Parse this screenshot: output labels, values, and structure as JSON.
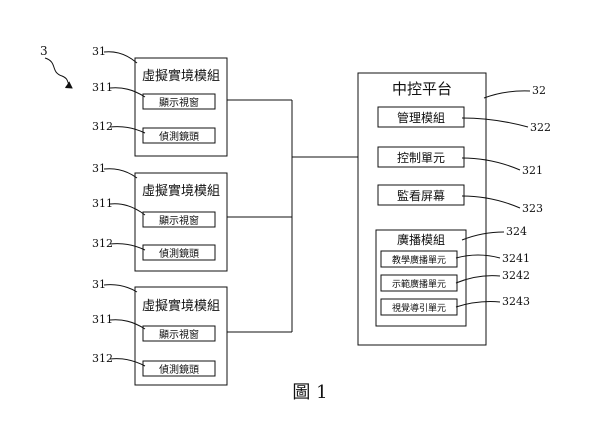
{
  "system_ref": "3",
  "vr_modules": [
    {
      "ref": "31",
      "title": "虛擬實境模組",
      "display": {
        "ref": "311",
        "label": "顯示視窗"
      },
      "camera": {
        "ref": "312",
        "label": "偵測鏡頭"
      }
    },
    {
      "ref": "31",
      "title": "虛擬實境模組",
      "display": {
        "ref": "311",
        "label": "顯示視窗"
      },
      "camera": {
        "ref": "312",
        "label": "偵測鏡頭"
      }
    },
    {
      "ref": "31",
      "title": "虛擬實境模組",
      "display": {
        "ref": "311",
        "label": "顯示視窗"
      },
      "camera": {
        "ref": "312",
        "label": "偵測鏡頭"
      }
    }
  ],
  "central": {
    "ref": "32",
    "title": "中控平台",
    "management": {
      "ref": "322",
      "label": "管理模組"
    },
    "control": {
      "ref": "321",
      "label": "控制單元"
    },
    "monitor": {
      "ref": "323",
      "label": "監看屏幕"
    },
    "broadcast": {
      "ref": "324",
      "label": "廣播模組",
      "units": [
        {
          "ref": "3241",
          "label": "教學廣播單元"
        },
        {
          "ref": "3242",
          "label": "示範廣播單元"
        },
        {
          "ref": "3243",
          "label": "視覺導引單元"
        }
      ]
    }
  },
  "caption": "圖 1"
}
